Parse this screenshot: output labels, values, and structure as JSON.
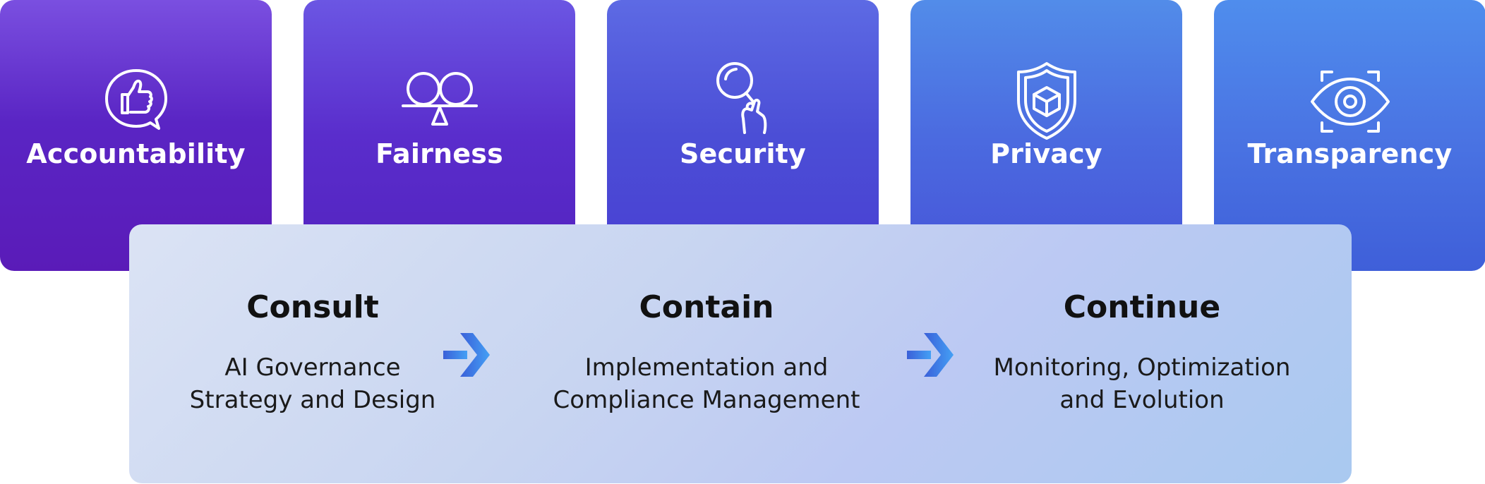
{
  "principles": [
    {
      "label": "Accountability",
      "icon": "thumbs-up-chat-icon"
    },
    {
      "label": "Fairness",
      "icon": "balance-scale-icon"
    },
    {
      "label": "Security",
      "icon": "magnifier-hand-icon"
    },
    {
      "label": "Privacy",
      "icon": "shield-cube-icon"
    },
    {
      "label": "Transparency",
      "icon": "eye-scan-icon"
    }
  ],
  "process": {
    "steps": [
      {
        "title": "Consult",
        "line1": "AI Governance",
        "line2": "Strategy and Design"
      },
      {
        "title": "Contain",
        "line1": "Implementation and",
        "line2": "Compliance Management"
      },
      {
        "title": "Continue",
        "line1": "Monitoring, Optimization",
        "line2": "and Evolution"
      }
    ],
    "arrow_icon": "chevron-arrow-right-icon"
  },
  "colors": {
    "tile_purple": "#5a1bb8",
    "tile_blue": "#3f5fd9",
    "panel_light": "#c8d5f1",
    "arrow_blue": "#3f8ef0",
    "text_dark": "#111111"
  }
}
